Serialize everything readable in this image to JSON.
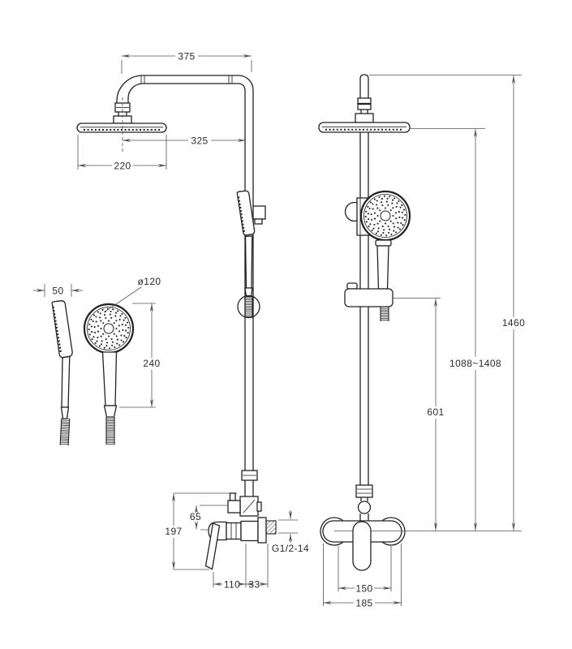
{
  "drawing": {
    "title": "shower-column-technical-drawing",
    "colors": {
      "line": "#222222",
      "dimension": "#555555",
      "text": "#2b2b2b",
      "background": "#ffffff"
    },
    "dims": {
      "arm_reach": "375",
      "head_offset": "325",
      "head_width": "220",
      "hand_head_width": "50",
      "hand_diameter": "ø120",
      "hand_length": "240",
      "mixer_height": "197",
      "valve_offset": "65",
      "mixer_depth": "110",
      "wall_gap": "33",
      "thread": "G1/2-14",
      "total_height": "1460",
      "height_range": "1088~1408",
      "hose_height": "601",
      "inlet_span": "150",
      "mixer_width": "185"
    }
  }
}
